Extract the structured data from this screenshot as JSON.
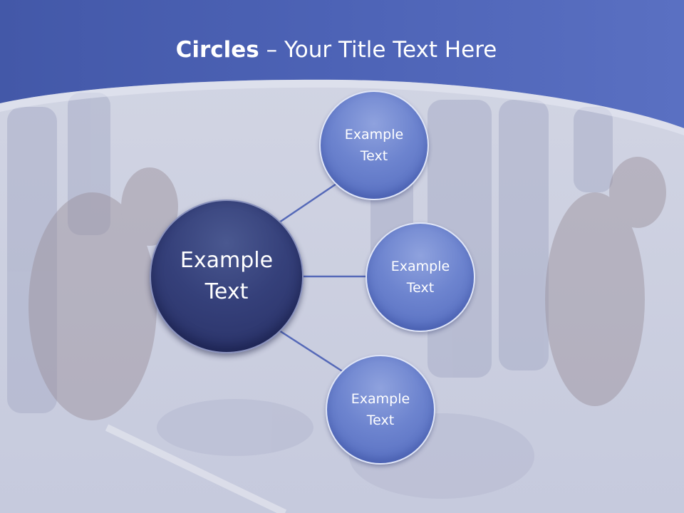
{
  "title": {
    "bold": "Circles",
    "rest": " – Your Title Text Here"
  },
  "diagram": {
    "center": {
      "label": "Example\nText"
    },
    "satellites": [
      {
        "label": "Example\nText"
      },
      {
        "label": "Example\nText"
      },
      {
        "label": "Example\nText"
      }
    ]
  },
  "colors": {
    "header_blue": "#4a61b4",
    "center_circle": "#30396f",
    "satellite_circle": "#6b82ce",
    "connector": "#5569b8"
  }
}
